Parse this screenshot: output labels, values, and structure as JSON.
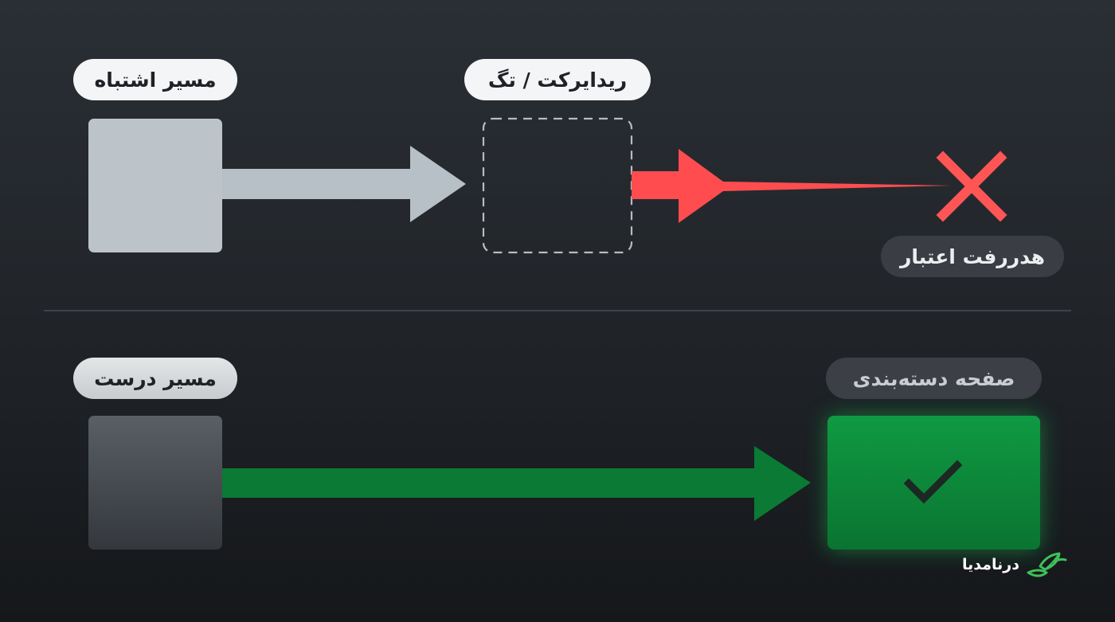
{
  "wrong_path": {
    "label": "مسیر اشتباه",
    "redirect_label": "ریدایرکت / تگ",
    "loss_label": "هدررفت اعتبار"
  },
  "right_path": {
    "label": "مسیر درست",
    "target_label": "صفحه دسته‌بندی"
  },
  "brand": {
    "name": "درنامدیا",
    "icon": "leaf-logo-icon"
  },
  "colors": {
    "source_box_wrong": "#bcc3c9",
    "wrong_arrow": "#b8c0c7",
    "loss_arrow": "#ff4d4f",
    "cross": "#ff5555",
    "right_arrow": "#0a7a34",
    "target_box": "#0d8a3a",
    "checkmark": "#1c2823",
    "logo_green": "#3fbf5a"
  },
  "icons": {
    "failure": "cross-icon",
    "success": "checkmark-icon"
  }
}
